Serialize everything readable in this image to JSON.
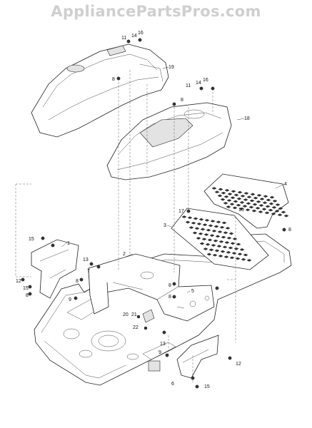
{
  "header": {
    "watermark": "AppliancePartsPros.com"
  },
  "callouts": [
    {
      "id": "c16a",
      "text": "16"
    },
    {
      "id": "c14a",
      "text": "14"
    },
    {
      "id": "c11a",
      "text": "11"
    },
    {
      "id": "c19",
      "text": "19"
    },
    {
      "id": "c8a",
      "text": "8"
    },
    {
      "id": "c16b",
      "text": "16"
    },
    {
      "id": "c14b",
      "text": "14"
    },
    {
      "id": "c11b",
      "text": "11"
    },
    {
      "id": "c8b",
      "text": "8"
    },
    {
      "id": "c18",
      "text": "18"
    },
    {
      "id": "c4",
      "text": "4"
    },
    {
      "id": "c17",
      "text": "17"
    },
    {
      "id": "c10",
      "text": "10"
    },
    {
      "id": "c3",
      "text": "3"
    },
    {
      "id": "c8c",
      "text": "8"
    },
    {
      "id": "c15a",
      "text": "15"
    },
    {
      "id": "c1",
      "text": "1"
    },
    {
      "id": "c2",
      "text": "2"
    },
    {
      "id": "c13a",
      "text": "13"
    },
    {
      "id": "c7",
      "text": "7"
    },
    {
      "id": "c8d",
      "text": "8"
    },
    {
      "id": "c12a",
      "text": "12"
    },
    {
      "id": "c15b",
      "text": "15"
    },
    {
      "id": "c8e",
      "text": "8"
    },
    {
      "id": "c9a",
      "text": "9"
    },
    {
      "id": "c8f",
      "text": "8"
    },
    {
      "id": "c8g",
      "text": "8"
    },
    {
      "id": "c5",
      "text": "5"
    },
    {
      "id": "c20",
      "text": "20"
    },
    {
      "id": "c21",
      "text": "21"
    },
    {
      "id": "c22",
      "text": "22"
    },
    {
      "id": "c9b",
      "text": "9"
    },
    {
      "id": "c13b",
      "text": "13"
    },
    {
      "id": "c6",
      "text": "6"
    },
    {
      "id": "c15c",
      "text": "15"
    },
    {
      "id": "c12b",
      "text": "12"
    }
  ]
}
